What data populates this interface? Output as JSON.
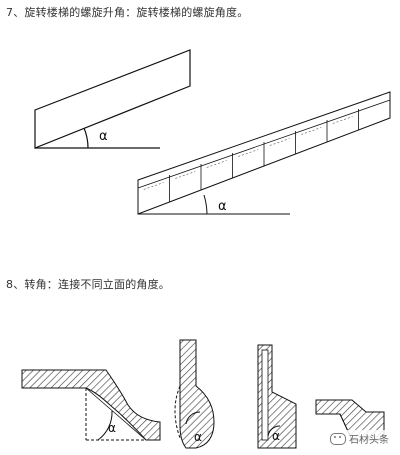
{
  "sections": [
    {
      "heading": "7、旋转楼梯的螺旋升角：旋转楼梯的螺旋角度。"
    },
    {
      "heading": "8、转角：连接不同立面的角度。"
    }
  ],
  "labels": {
    "alpha": "α"
  },
  "watermark": "石材头条",
  "colors": {
    "line": "#111111",
    "hatch": "#444444",
    "text": "#333333"
  }
}
